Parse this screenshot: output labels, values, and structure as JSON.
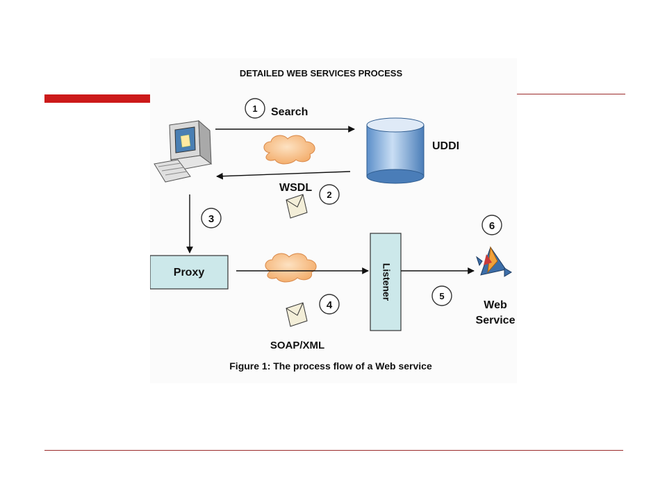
{
  "figure": {
    "title": "DETAILED WEB SERVICES PROCESS",
    "caption": "Figure 1: The process flow of a Web service"
  },
  "nodes": {
    "uddi": "UDDI",
    "proxy": "Proxy",
    "listener": "Listener",
    "web_service_line1": "Web",
    "web_service_line2": "Service"
  },
  "steps": [
    {
      "number": "1",
      "label": "Search"
    },
    {
      "number": "2",
      "label": "WSDL"
    },
    {
      "number": "3",
      "label": ""
    },
    {
      "number": "4",
      "label": "SOAP/XML"
    },
    {
      "number": "5",
      "label": ""
    },
    {
      "number": "6",
      "label": ""
    }
  ],
  "colors": {
    "accent_red": "#cc1a1a",
    "rule": "#9b2a2a",
    "box_fill": "#cce8ea",
    "cylinder": "#9fc3e8",
    "cloud": "#f6b97a"
  },
  "icons": [
    "computer-icon",
    "database-icon",
    "cloud-icon",
    "envelope-icon",
    "web-service-icon"
  ]
}
